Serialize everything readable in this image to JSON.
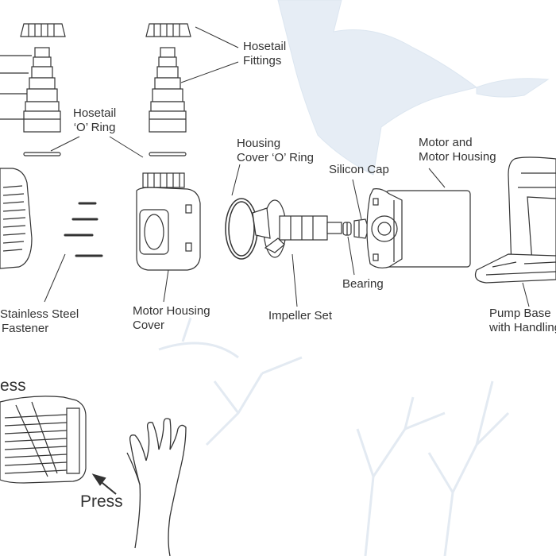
{
  "labels": {
    "hosetail_fittings": [
      "Hosetail",
      "Fittings"
    ],
    "hosetail_o_ring": [
      "Hosetail",
      "‘O’ Ring"
    ],
    "housing_cover_o_ring": [
      "Housing",
      "Cover ‘O’ Ring"
    ],
    "silicon_cap": "Silicon Cap",
    "motor_and_housing": [
      "Motor and",
      "Motor Housing"
    ],
    "stainless_steel_fastener": [
      "Stainless Steel",
      "Fastener"
    ],
    "motor_housing_cover": [
      "Motor Housing",
      "Cover"
    ],
    "impeller_set": "Impeller Set",
    "bearing": "Bearing",
    "pump_base": [
      "Pump Base",
      "with Handling"
    ],
    "press_top": "ess",
    "press_bottom": "Press"
  },
  "colors": {
    "line": "#333333",
    "watermark": "#dce6f0"
  }
}
